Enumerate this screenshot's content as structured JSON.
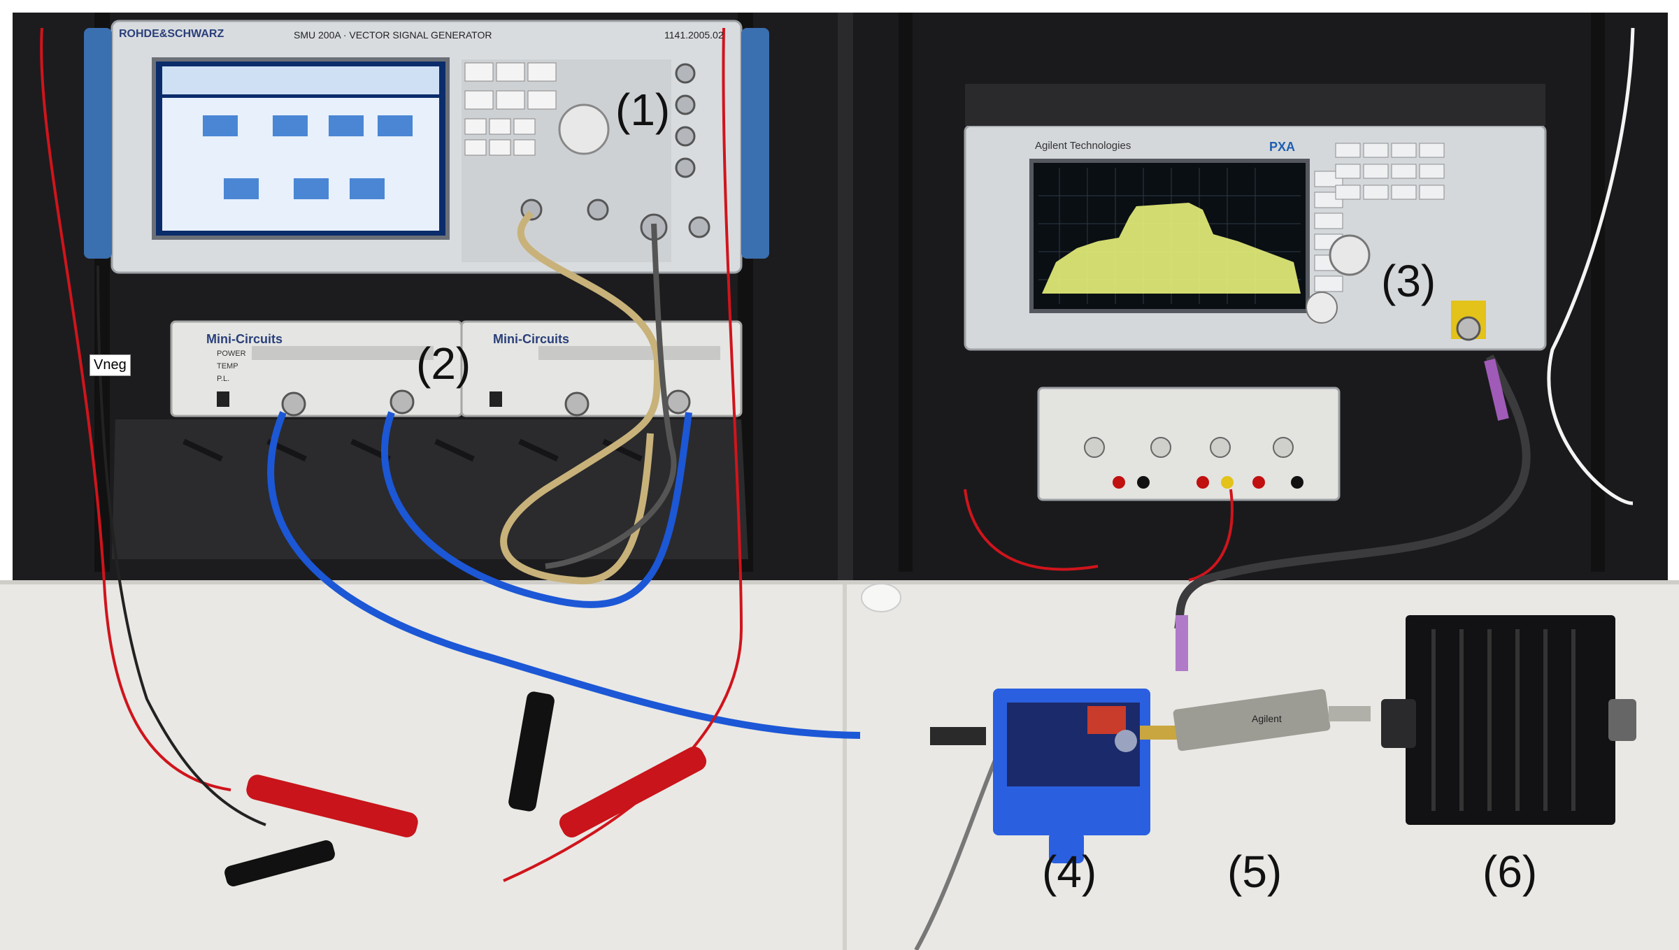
{
  "labels": {
    "signal_generator": "(1)",
    "amplifiers": "(2)",
    "spectrum_analyzer": "(3)",
    "dut_board": "(4)",
    "coupler": "(5)",
    "load": "(6)"
  },
  "cable_tag": "Vneg",
  "signal_generator": {
    "brand": "ROHDE&SCHWARZ",
    "model": "SMU 200A · VECTOR SIGNAL GENERATOR",
    "serial": "1141.2005.02"
  },
  "amplifier": {
    "brand": "Mini-Circuits",
    "controls": [
      "POWER",
      "TEMP",
      "P.L."
    ]
  },
  "spectrum_analyzer": {
    "brand": "Agilent Technologies",
    "model": "PXA"
  },
  "coupler": {
    "brand": "Agilent"
  },
  "colors": {
    "rack": "#1c1c1e",
    "table": "#e9e8e4",
    "instrument": "#d9dcdf",
    "screen_bg": "#0a0f14",
    "spectrum_trace": "#e8f27a",
    "cable_blue": "#1c57d6",
    "cable_red": "#d0141c",
    "cable_tan": "#c8b27a",
    "board_blue": "#2a5fe0",
    "heatsink": "#121214"
  }
}
